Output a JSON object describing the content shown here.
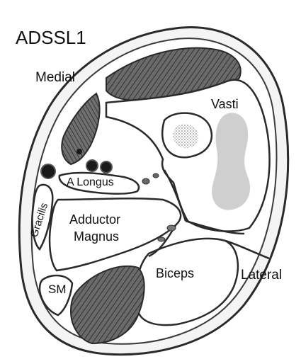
{
  "title": "ADSSL1",
  "labels": {
    "medial": "Medial",
    "vasti": "Vasti",
    "a_longus": "A Longus",
    "gracilis": "Gracilis",
    "adductor_magnus_line1": "Adductor",
    "adductor_magnus_line2": "Magnus",
    "biceps": "Biceps",
    "lateral": "Lateral",
    "sm": "SM"
  },
  "colors": {
    "outline": "#2a2a2a",
    "muscle_shaded": "#5a5a5a",
    "muscle_hatch": "#333333",
    "fat_band": "#f3f3f3",
    "marrow": "#9a9a9a",
    "gray_region": "#cfcfcf",
    "vessel": "#1a1a1a"
  }
}
